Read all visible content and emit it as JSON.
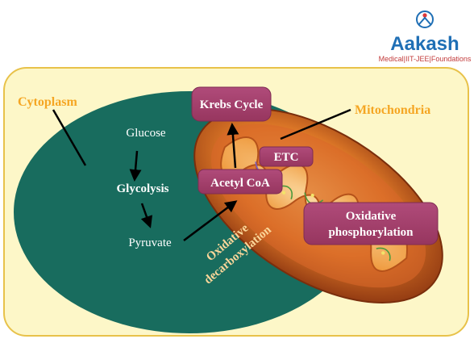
{
  "brand": {
    "name": "Aakash",
    "tagline": "Medical|IIT-JEE|Foundations",
    "primary_color": "#1f6fb5"
  },
  "labels": {
    "cytoplasm": "Cytoplasm",
    "mitochondria": "Mitochondria",
    "glucose": "Glucose",
    "glycolysis": "Glycolysis",
    "pyruvate": "Pyruvate",
    "oxidative_line1": "Oxidative",
    "oxidative_line2": "decarboxylation"
  },
  "boxes": {
    "krebs": "Krebs Cycle",
    "etc": "ETC",
    "acetyl": "Acetyl CoA",
    "oxphos_line1": "Oxidative",
    "oxphos_line2": "phosphorylation"
  },
  "colors": {
    "cell_fill": "#fdf7c8",
    "cell_stroke": "#e8c24a",
    "cytoplasm_fill": "#186c5e",
    "orange_label": "#f5a623",
    "box_fill": "#a3416e",
    "mito_outer": "#c85418",
    "mito_inner": "#f2a347"
  }
}
